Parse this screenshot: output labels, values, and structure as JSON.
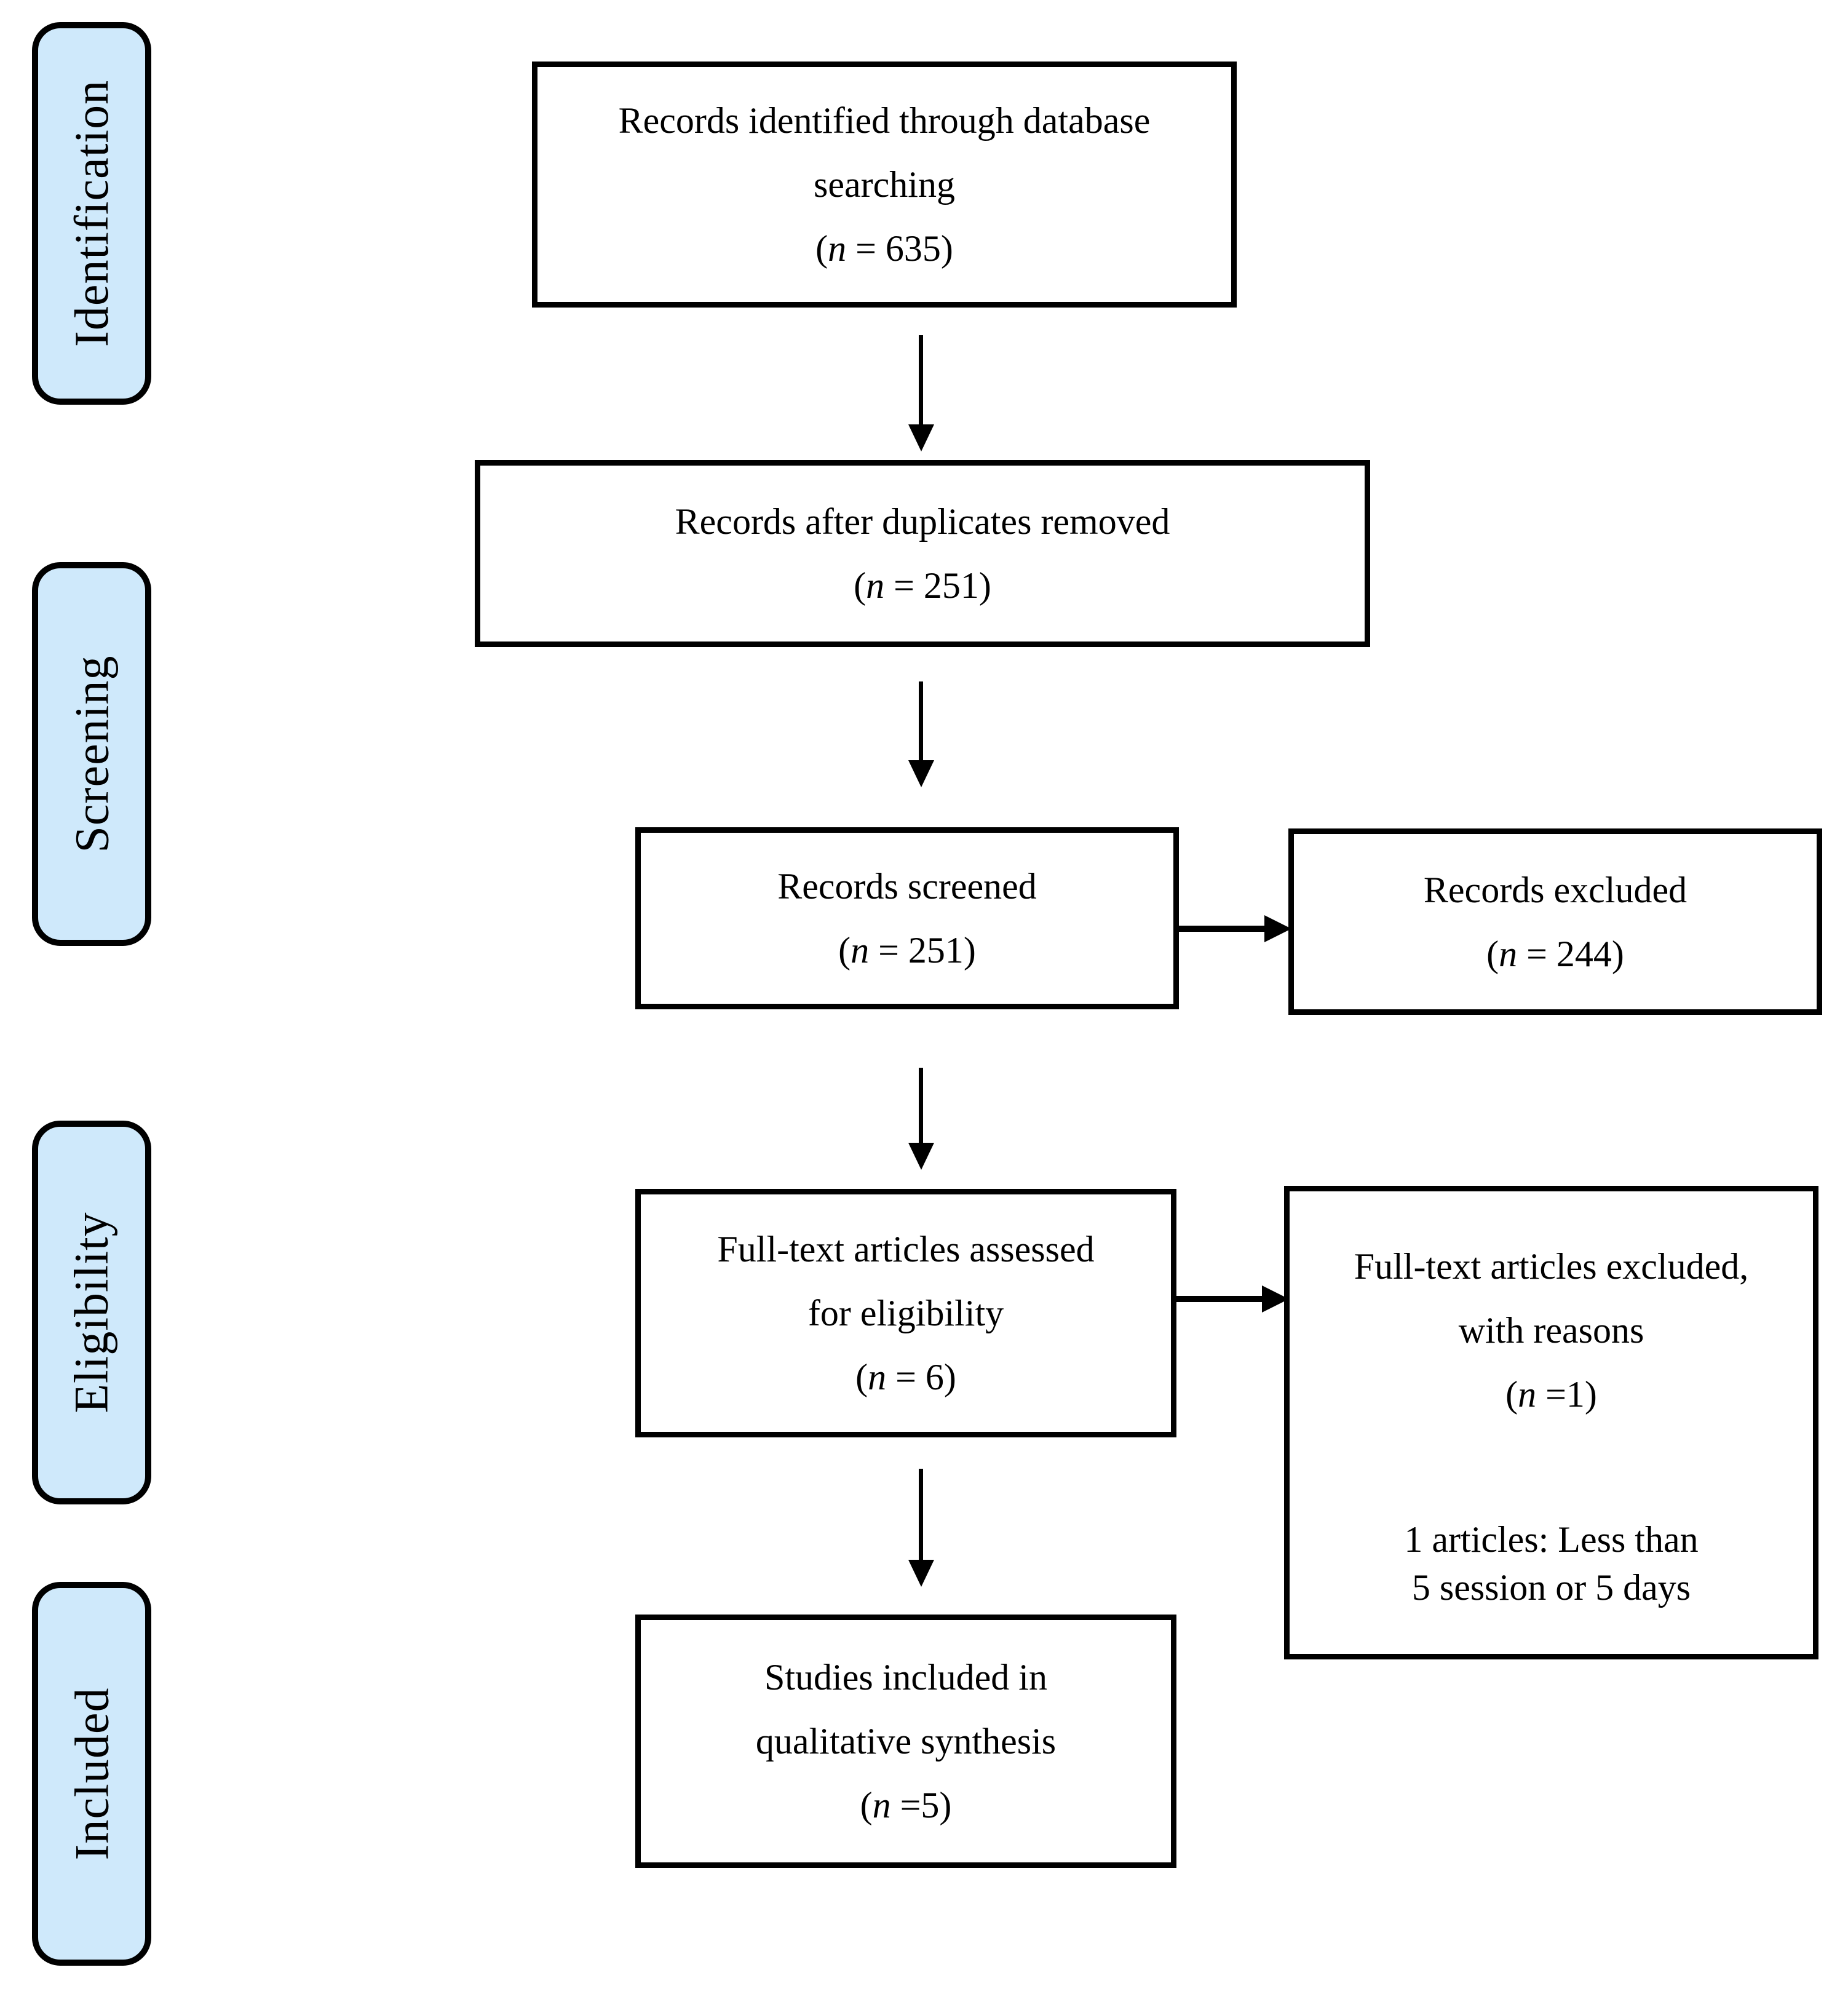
{
  "colors": {
    "stage_fill": "#cfe9fb",
    "box_fill": "#ffffff",
    "page_bg": "#ffffff",
    "stroke": "#000000"
  },
  "sidebar": {
    "stages": [
      {
        "label": "Identification"
      },
      {
        "label": "Screening"
      },
      {
        "label": "Eligibility"
      },
      {
        "label": "Included"
      }
    ]
  },
  "boxes": {
    "identified": {
      "line1": "Records identified through database",
      "line2": "searching",
      "count_pre": "(",
      "count_var": "n",
      "count_post": " = 635)"
    },
    "duplicates_removed": {
      "line1": "Records after duplicates removed",
      "count_pre": "(",
      "count_var": "n",
      "count_post": " = 251)"
    },
    "screened": {
      "line1": "Records screened",
      "count_pre": "(",
      "count_var": "n",
      "count_post": " = 251)"
    },
    "records_excluded": {
      "line1": "Records excluded",
      "count_pre": "(",
      "count_var": "n",
      "count_post": " = 244)"
    },
    "fulltext_assessed": {
      "line1": "Full-text articles assessed",
      "line2": "for eligibility",
      "count_pre": "(",
      "count_var": "n",
      "count_post": " = 6)"
    },
    "fulltext_excluded": {
      "line1": "Full-text articles excluded,",
      "line2": "with reasons",
      "count_pre": "(",
      "count_var": "n",
      "count_post": " =1)",
      "reason1": "1 articles: Less than",
      "reason2": "5 session or 5 days"
    },
    "included_studies": {
      "line1": "Studies included in",
      "line2": "qualitative synthesis",
      "count_pre": "(",
      "count_var": "n",
      "count_post": " =5)"
    }
  }
}
